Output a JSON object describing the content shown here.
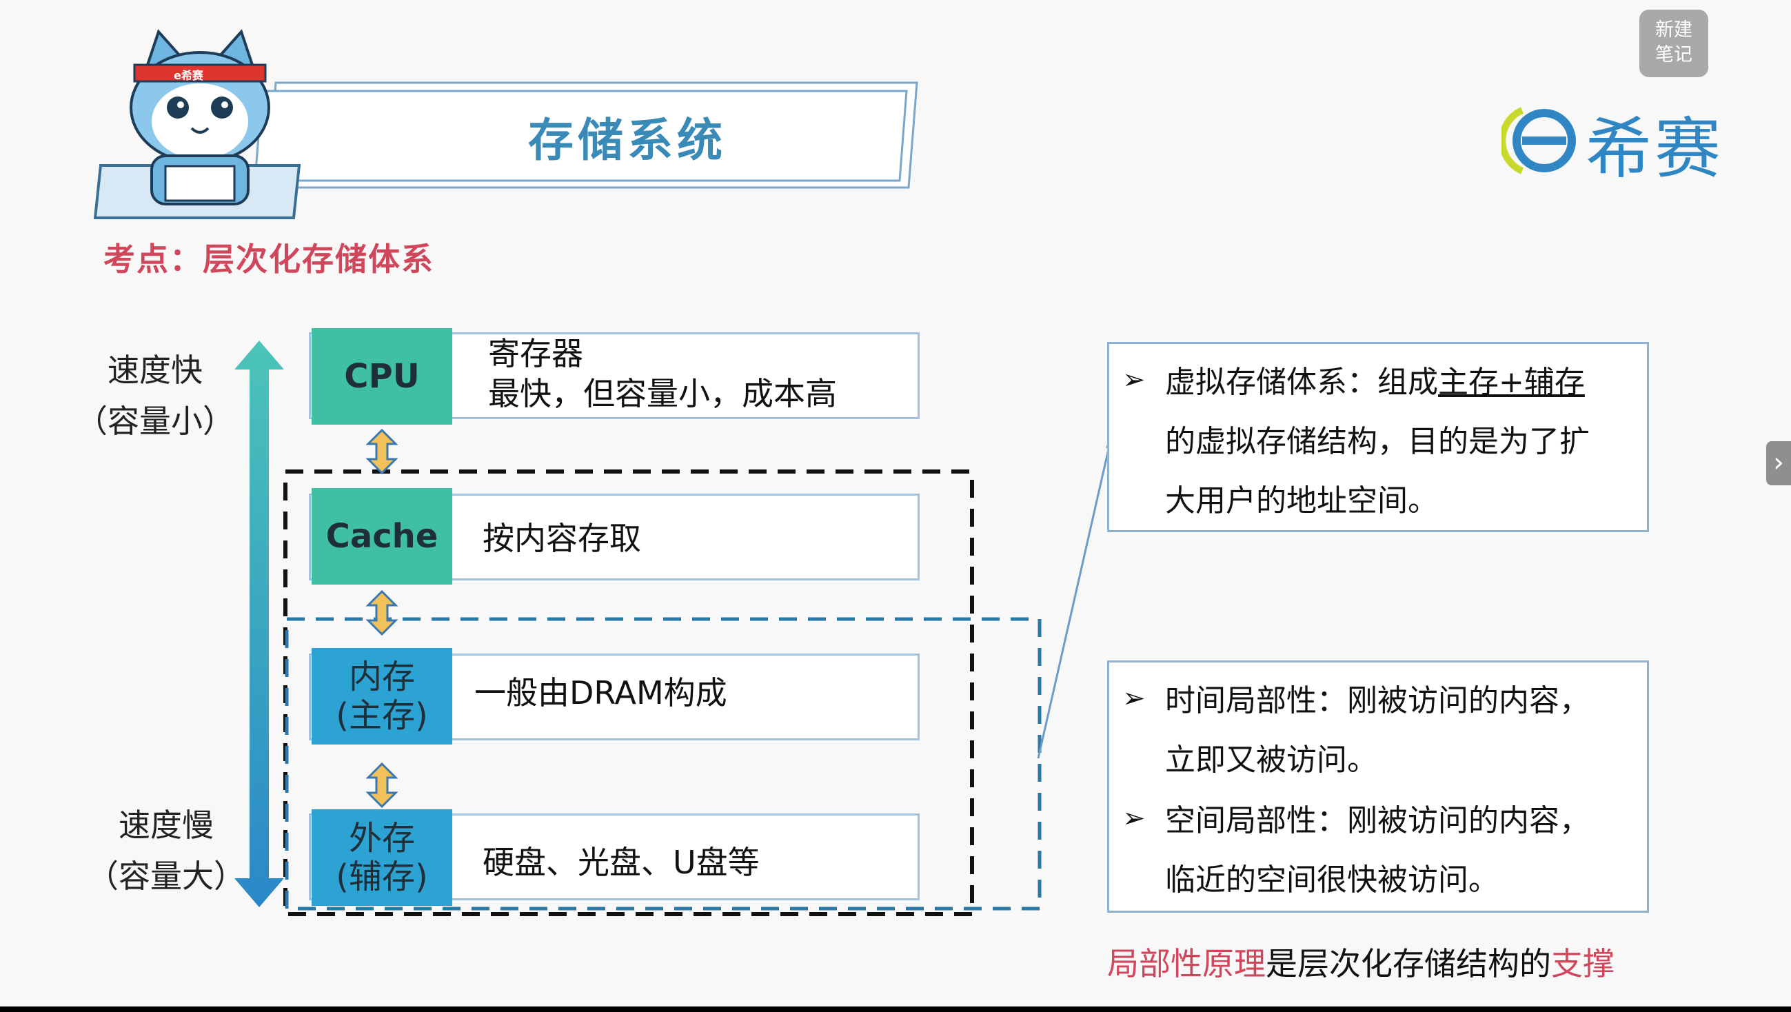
{
  "note_button": {
    "line1": "新建",
    "line2": "笔记"
  },
  "side_tab": {
    "arrow": "›"
  },
  "header": {
    "title": "存储系统",
    "mascot_band": "e希赛"
  },
  "logo": {
    "text": "希赛"
  },
  "kaodian": "考点：层次化存储体系",
  "speed": {
    "fast": "速度快",
    "fast_sub": "（容量小）",
    "slow": "速度慢",
    "slow_sub": "（容量大）"
  },
  "levels": [
    {
      "tag": "CPU",
      "desc_line1": "寄存器",
      "desc_line2": "最快，但容量小，成本高"
    },
    {
      "tag": "Cache",
      "desc_line1": "按内容存取"
    },
    {
      "tag_line1": "内存",
      "tag_line2": "(主存)",
      "desc_line1": "一般由DRAM构成"
    },
    {
      "tag_line1": "外存",
      "tag_line2": "(辅存)",
      "desc_line1": "硬盘、光盘、U盘等"
    }
  ],
  "virtual_box": {
    "line1_a": "虚拟存储体系：组成",
    "line1_b": "主存+辅存",
    "line2": "的虚拟存储结构，目的是为了扩",
    "line3": "大用户的地址空间。"
  },
  "locality_box": {
    "t_line1": "时间局部性：刚被访问的内容，",
    "t_line2": "立即又被访问。",
    "s_line1": "空间局部性：刚被访问的内容，",
    "s_line2": "临近的空间很快被访问。"
  },
  "footer": {
    "part1": "局部性原理",
    "part2": "是层次化存储结构的",
    "part3": "支撑"
  },
  "colors": {
    "title_blue": "#3a8ab8",
    "accent_red": "#d0475c",
    "teal": "#3fbfa3",
    "blue": "#2da3d4"
  }
}
